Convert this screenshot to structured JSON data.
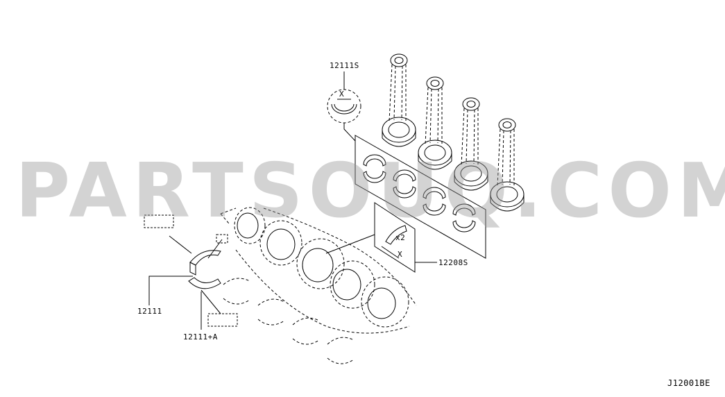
{
  "watermark": "PARTSOUQ.COM",
  "labels": {
    "bearing_set_top": "12111S",
    "bearing_main": "12111",
    "bearing_main_a": "12111+A",
    "thrust_set": "12208S",
    "thrust_qty": "x2",
    "dim_x_top": "X",
    "dim_x_thrust": "X",
    "diagram_code": "J12001BE"
  }
}
